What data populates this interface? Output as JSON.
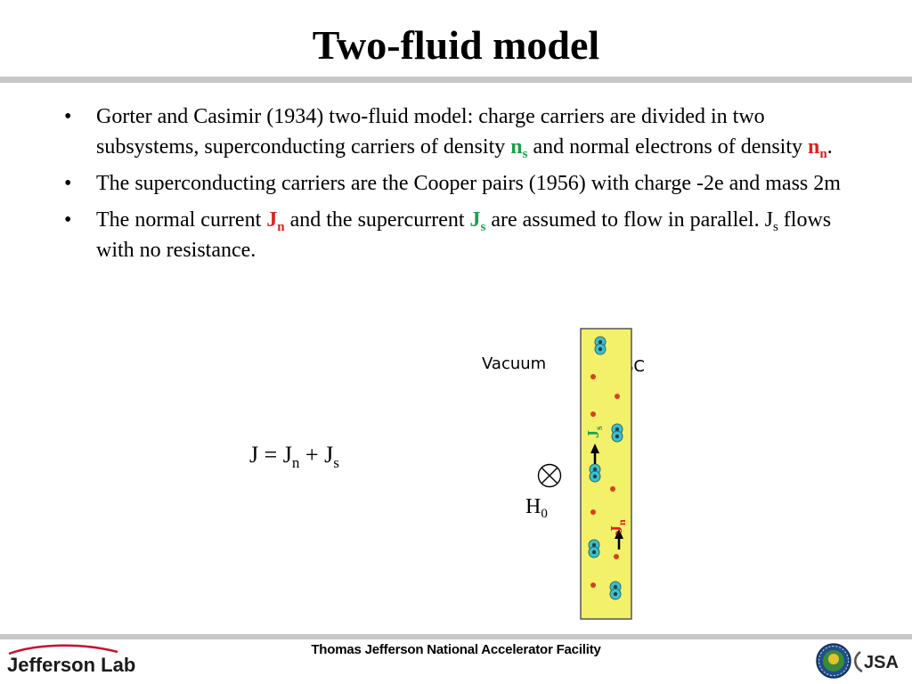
{
  "title": "Two-fluid model",
  "bullets": [
    {
      "symbol": "•",
      "t1": "Gorter and Casimir (1934) two-fluid model: charge carriers are divided in two subsystems, superconducting carriers of density ",
      "v1": "n",
      "v1_sub": "s",
      "t2": " and normal electrons of density ",
      "v2": "n",
      "v2_sub": "n",
      "t3": "."
    },
    {
      "symbol": "•",
      "text": "The superconducting carriers are the Cooper pairs (1956) with charge -2e and mass 2m"
    },
    {
      "symbol": "•",
      "t1": "The normal current ",
      "v1": "J",
      "v1_sub": "n",
      "t2": " and the supercurrent ",
      "v2": "J",
      "v2_sub": "s",
      "t3": " are assumed to flow in parallel. J",
      "t3_sub": "s",
      "t4": " flows with no resistance."
    }
  ],
  "equation": {
    "j": "J = J",
    "n_sub": "n",
    "plus": " + J",
    "s_sub": "s"
  },
  "diagram": {
    "vacuum_label": "Vacuum",
    "sc_label": "SC",
    "h0_main": "H",
    "h0_sub": "0",
    "js_label": "J",
    "js_sub": "s",
    "jn_label": "J",
    "jn_sub": "n"
  },
  "footer": {
    "facility": "Thomas Jefferson National Accelerator Facility",
    "lab_logo": "Jefferson Lab",
    "jsa_logo": "JSA"
  },
  "colors": {
    "green": "#1aa049",
    "red": "#e02020",
    "sc_fill": "#f3f06a",
    "pair_fill": "#3cc1c9",
    "normal_dot": "#d2431f",
    "jlab_red": "#c8102e"
  }
}
